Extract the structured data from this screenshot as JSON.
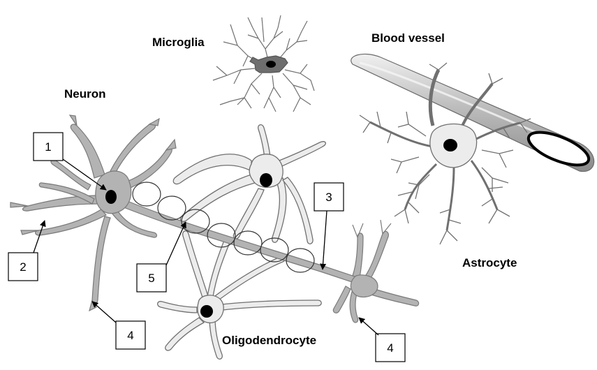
{
  "labels": {
    "microglia": "Microglia",
    "blood_vessel": "Blood vessel",
    "neuron": "Neuron",
    "astrocyte": "Astrocyte",
    "oligodendrocyte": "Oligodendrocyte"
  },
  "callouts": [
    "1",
    "2",
    "3",
    "4",
    "4",
    "5"
  ],
  "colors": {
    "neuron_fill": "#b3b3b3",
    "neuron_stroke": "#7a7a7a",
    "glia_fill": "#ececec",
    "glia_stroke": "#707070",
    "nucleus": "#000000",
    "vessel_fill": "#c8c8c8",
    "vessel_stroke": "#6a6a6a",
    "microglia_body": "#6e6e6e"
  }
}
